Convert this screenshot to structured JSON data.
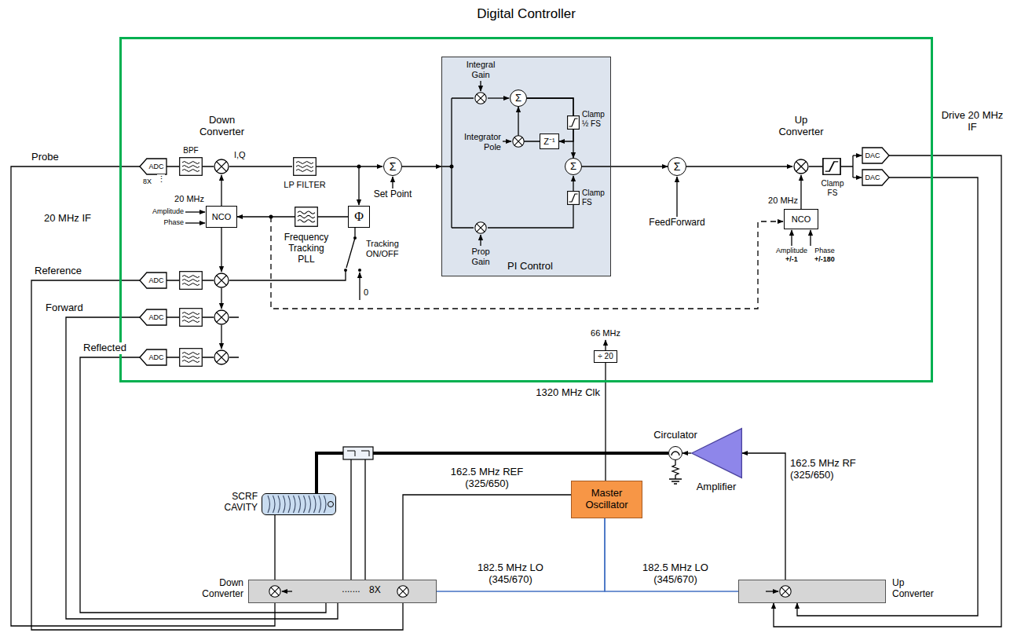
{
  "diagram": {
    "nodes": [
      {
        "text": [
          "Digital Controller"
        ]
      },
      {
        "text": [
          "ADC"
        ],
        "in": 0
      },
      {
        "text": [
          "NCO"
        ],
        "in": 0
      },
      {
        "text": [
          "ADC"
        ],
        "in": 0
      },
      {
        "text": [
          "Φ"
        ],
        "in": 0
      },
      {
        "text": [
          "ADC"
        ],
        "in": 0
      },
      {
        "text": [
          "ADC"
        ],
        "in": 0
      },
      {
        "text": [
          "Σ"
        ],
        "in": 0
      },
      {
        "text": [
          "PI Control"
        ],
        "in": 0
      },
      {
        "text": [
          "Σ"
        ],
        "in": 8
      },
      {
        "text": [
          "Z⁻¹"
        ],
        "in": 8
      },
      {
        "text": [
          "Σ"
        ],
        "in": 8
      },
      {
        "text": [
          "Σ"
        ],
        "in": 0
      },
      {
        "text": [
          "NCO"
        ],
        "in": 0
      },
      {
        "text": [
          "DAC"
        ],
        "in": 0
      },
      {
        "text": [
          "DAC"
        ],
        "in": 0
      },
      {
        "text": [
          "÷ 20"
        ],
        "in": 0
      },
      {
        "text": [
          "Circulator"
        ]
      },
      {
        "text": [
          "Amplifier"
        ]
      },
      {
        "text": [
          "SCRF CAVITY"
        ]
      },
      {
        "text": [
          "Master Oscillator"
        ]
      },
      {
        "text": [
          "Down Converter",
          "8X"
        ]
      },
      {
        "text": [
          "Up Converter"
        ]
      }
    ],
    "edges": [
      {
        "from": 21,
        "to": 1,
        "arrow": "none"
      },
      {
        "from": 21,
        "to": 3,
        "arrow": "none"
      },
      {
        "from": 21,
        "to": 5,
        "arrow": "none"
      },
      {
        "from": 21,
        "to": 6,
        "arrow": "none"
      },
      {
        "from": 19,
        "to": 21,
        "arrow": "none"
      },
      {
        "from": 17,
        "to": 19,
        "arrow": "none"
      },
      {
        "from": 18,
        "to": 17,
        "arrow": "to"
      },
      {
        "from": 22,
        "to": 18,
        "arrow": "to",
        "label": "162.5 MHz RF (325/650)"
      },
      {
        "from": 20,
        "to": 21,
        "arrow": "none",
        "label": "162.5 MHz REF (325/650)"
      },
      {
        "from": 20,
        "to": 21,
        "arrow": "none",
        "label": "182.5 MHz LO (345/670)"
      },
      {
        "from": 20,
        "to": 22,
        "arrow": "none",
        "label": "182.5 MHz LO (345/670)"
      },
      {
        "from": 20,
        "to": 16,
        "arrow": "none",
        "label": "1320 MHz Clk"
      },
      {
        "from": 7,
        "to": 8,
        "arrow": "to"
      },
      {
        "from": 11,
        "to": 12,
        "arrow": "to"
      },
      {
        "from": 4,
        "to": 2,
        "arrow": "to"
      },
      {
        "from": 9,
        "to": 11,
        "arrow": "to"
      },
      {
        "from": 9,
        "to": 10,
        "arrow": "to"
      },
      {
        "from": 10,
        "to": 9,
        "arrow": "to"
      },
      {
        "from": 14,
        "to": 22,
        "arrow": "to"
      },
      {
        "from": 15,
        "to": 22,
        "arrow": "to"
      }
    ],
    "labels": [
      "Probe",
      "8X",
      "⋮",
      "BPF",
      "Down Converter",
      "I,Q",
      "20 MHz",
      "Amplitude",
      "Phase",
      "LP FILTER",
      "Frequency Tracking PLL",
      "Tracking ON/OFF",
      "0",
      "Set Point",
      "20 MHz IF",
      "Reference",
      "Forward",
      "Reflected",
      "Integral Gain",
      "Integrator Pole",
      "Clamp ½ FS",
      "Clamp FS",
      "Prop Gain",
      "FeedForward",
      "Up Converter",
      "20 MHz",
      "Amplitude",
      "+/-1",
      "Phase",
      "+/-180",
      "Clamp FS",
      "Drive 20 MHz IF",
      "66 MHz",
      "......."
    ]
  }
}
